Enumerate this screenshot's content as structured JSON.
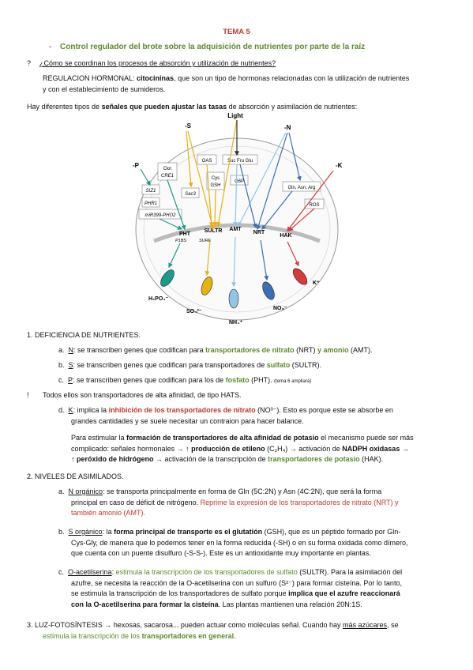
{
  "title": "TEMA 5",
  "subtitle": "Control regulador del brote sobre la adquisición de nutrientes por parte de la raíz",
  "question": "¿Cómo se coordinan los procesos de absorción y utilización de nutrientes?",
  "hormonal_label": "REGULACION HORMONAL:",
  "hormonal_bold": "citocininas",
  "hormonal_rest1": ", que son un tipo de hormonas relacionadas con la utilización de nutrientes",
  "hormonal_rest2": "y con el establecimiento de sumideros.",
  "types_a": "Hay diferentes tipos de ",
  "types_b": "señales que pueden ajustar las tasas",
  "types_c": " de absorción y asimilación de nutrientes:",
  "diagram": {
    "light": "Light",
    "minus_s": "-S",
    "minus_n": "-N",
    "minus_p": "-P",
    "minus_k": "-K",
    "ckn": "Ckn",
    "cre1": "CRE1",
    "oas": "OAS",
    "suc": "Suc Fru Glu",
    "siz1": "SIZ1",
    "cys": "Cys",
    "gsh": "GSH",
    "g6p": "G6P",
    "sac3": "Sac3",
    "phr1": "PHR1",
    "gln": "Gln, Asn, Arg",
    "mir": "miR399-PHO2",
    "ros": "ROS",
    "pht": "PHT",
    "sultr": "SULTR",
    "amt": "AMT",
    "nrt": "NRT",
    "hak": "HAK",
    "p1bs": "P1BS",
    "sure": "SURE",
    "h2po4": "H₂PO₄⁻",
    "so4": "SO₄²⁻",
    "nh4": "NH₄⁺",
    "no3": "NO₃⁻",
    "kplus": "K⁺"
  },
  "s1": "1.  DEFICIENCIA DE NUTRIENTES.",
  "a_mk": "a.",
  "a_u": "N",
  "a_t": ": se transcriben genes que codifican para ",
  "a_g": "transportadores de nitrato",
  "a_t2": " (NRT) ",
  "a_g2": "y amonio",
  "a_t3": " (AMT).",
  "b_mk": "b.",
  "b_u": "S",
  "b_t": ": se transcriben genes que codifican para transportadores de ",
  "b_g": "sulfato",
  "b_t2": " (SULTR).",
  "c_mk": "c.",
  "c_u": "P",
  "c_t": ": se transcriben genes que codifican para los de ",
  "c_g": "fosfato",
  "c_t2": " (PHT). ",
  "c_s": "(tema 6 ampliará)",
  "hats_mk": "!",
  "hats": "Todos ellos son transportadores de alta afinidad, de tipo HATS.",
  "d_mk": "d.",
  "d_u": "K",
  "d_t": ": implica la ",
  "d_r": "inhibición de los transportadores de nitrato",
  "d_t2": " (NO³⁻). Esto es porque este se absorbe en",
  "d_l2": "grandes cantidades y se suele necesitar un contraion para hacer balance.",
  "d_p1": "Para estimular la ",
  "d_p1b": "formación de transportadores de alta afinidad de potasio",
  "d_p1c": " el mecanismo puede ser más",
  "d_p2": "complicado: señales hormonales → ",
  "d_p2b": "↑ producción de etileno",
  "d_p2c": " (C₂H₄) → activación de ",
  "d_p2d": "NADPH oxidasas",
  "d_p2e": " →",
  "d_p3b": "↑ peróxido de hidrógeno",
  "d_p3c": " → activación de la transcripción de ",
  "d_p3g": "transportadores de potasio",
  "d_p3d": " (HAK).",
  "s2": "2.  NIVELES DE ASIMILADOS.",
  "n_mk": "a.",
  "n_u": "N orgánico",
  "n_t": ": se transporta principalmente en forma de Gln (5C:2N) y Asn (4C:2N), que será la forma",
  "n_l2": "principal en caso de déficit de nitrógeno. ",
  "n_r": "Reprime la expresión de los transportadores de nitrato (NRT) y",
  "n_r2": "también amonio (AMT).",
  "so_mk": "b.",
  "so_u": "S orgánico",
  "so_t": ": la ",
  "so_b": "forma principal de transporte es el glutatión",
  "so_t2": " (GSH), que es un péptido formado por Gln-",
  "so_l2": "Cys-Gly, de manera que lo podemos tener en la forma reducida (-SH) o en su forma oxidada como dímero,",
  "so_l3": "que cuenta con un puente disulfuro (-S-S-). Este es un antioxidante muy importante en plantas.",
  "o_mk": "c.",
  "o_u": "O-acetilserina",
  "o_t": ": ",
  "o_g": "estimula la transcripción de los transportadores de sulfato",
  "o_t2": " (SULTR). Para la asimilación del",
  "o_l2": "azufre, se necesita la reacción de la O-acetilserina con un sulfuro (S²⁻) para formar cisteína. Por lo tanto,",
  "o_l3a": "se estimula la transcripción de los transportadores de sulfato porque ",
  "o_l3b": "implica que el azufre reaccionará",
  "o_l4a": "con la O-acetilserina para formar la cisteína",
  "o_l4b": ". Las plantas mantienen una relación 20N:1S.",
  "s3a": "3.  LUZ-FOTOSÍNTESIS → hexosas, sacarosa... pueden actuar como moléculas señal. Cuando hay ",
  "s3u": "más azúcares",
  "s3b": ", se",
  "s3g": "estimula la transcripción de los ",
  "s3gb": "transportadores en general",
  "s3e": "."
}
